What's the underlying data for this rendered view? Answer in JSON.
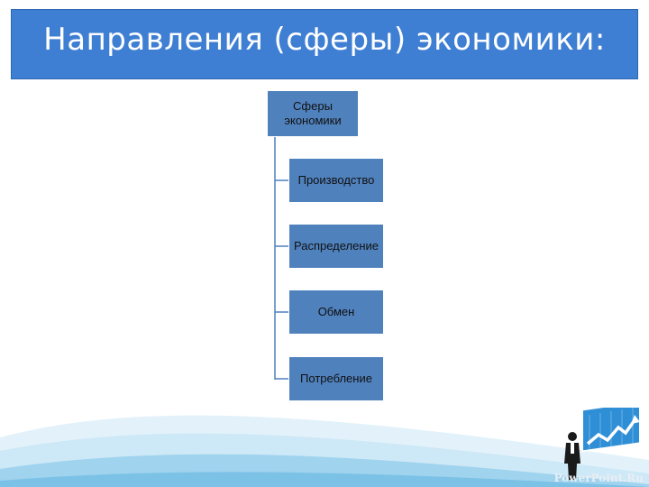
{
  "slide": {
    "title": "Направления (сферы) экономики:",
    "watermark": "PowerPoint.Ru"
  },
  "diagram": {
    "root": {
      "label": "Сферы экономики",
      "label_lines": [
        "Сферы",
        "экономики"
      ]
    },
    "children": [
      {
        "label": "Производство"
      },
      {
        "label": "Распределение"
      },
      {
        "label": "Обмен"
      },
      {
        "label": "Потребление"
      }
    ]
  },
  "colors": {
    "title_bar": "#3f7fd3",
    "box_fill": "#4f81bd",
    "connector": "#4f81bd",
    "wave_light": "#cde8f6",
    "wave_mid": "#9fd3ee"
  },
  "icons": {
    "logo": "chart-with-businessman-icon"
  }
}
